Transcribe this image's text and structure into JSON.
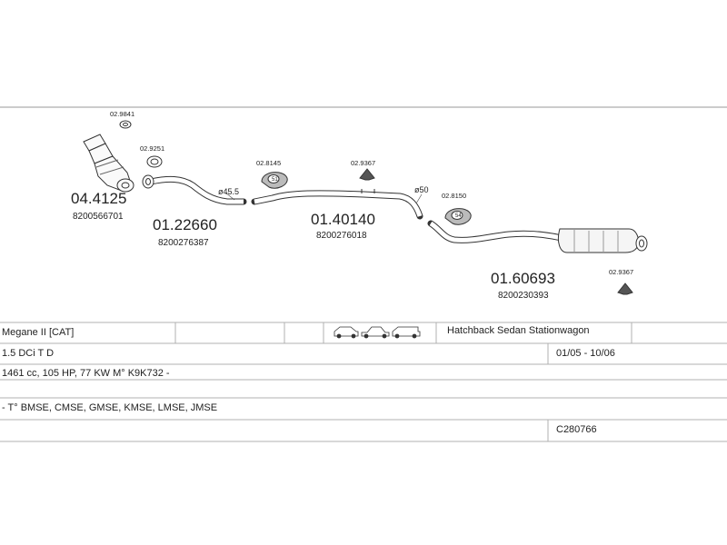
{
  "diagram": {
    "parts": [
      {
        "number": "04.4125",
        "oem": "8200566701"
      },
      {
        "number": "01.22660",
        "oem": "8200276387"
      },
      {
        "number": "01.40140",
        "oem": "8200276018"
      },
      {
        "number": "01.60693",
        "oem": "8200230393"
      }
    ],
    "accessories": [
      "02.9841",
      "02.9251",
      "02.8145",
      "02.9367",
      "02.8150",
      "02.9367"
    ],
    "hanger_labels": [
      "51",
      "54"
    ],
    "diameters": [
      "ø45.5",
      "ø50"
    ]
  },
  "table": {
    "model": "Megane II  [CAT]",
    "body_types": "Hatchback Sedan Stationwagon",
    "engine": "1.5 DCi T D",
    "production": "01/05 - 10/06",
    "specs": "1461 cc, 105 HP, 77 KW  M° K9K732 -",
    "types": "- T° BMSE, CMSE, GMSE, KMSE, LMSE, JMSE",
    "catalog": "C280766"
  }
}
